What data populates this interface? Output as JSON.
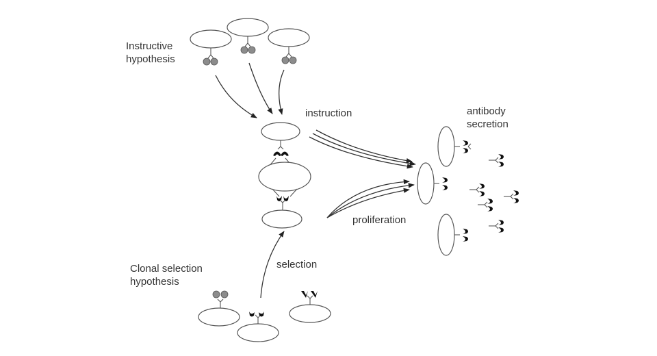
{
  "figure": {
    "labels": {
      "instructive": [
        "Instructive",
        "hypothesis"
      ],
      "clonal": [
        "Clonal selection",
        "hypothesis"
      ],
      "instruction": "instruction",
      "selection": "selection",
      "proliferation": "proliferation",
      "antibody": [
        "antibody",
        "secretion"
      ]
    },
    "colors": {
      "antigen_fill": "#8c8c8c",
      "receptor_fill": "#111111",
      "outline": "#555555",
      "text": "#333333"
    },
    "groups": {
      "instructive_cells": 3,
      "central_chain_cells": 3,
      "clonal_pool_cells": 3,
      "plasma_cells": 3,
      "free_antibodies": 5
    }
  }
}
